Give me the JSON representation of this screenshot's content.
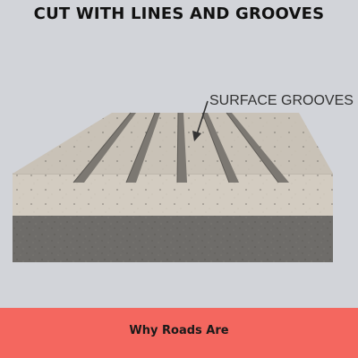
{
  "title": "CUT WITH LINES AND GROOVES",
  "diagram": {
    "callout_label": "SURFACE GROOVES"
  },
  "banner": {
    "text": "Why Roads Are",
    "color": "#f4675f"
  },
  "colors": {
    "background": "#d2d4d9",
    "slab_top": "#c9c2b7",
    "slab_front": "#d3ccc1",
    "base_layer": "#6e6c69",
    "groove": "#7c7872"
  }
}
